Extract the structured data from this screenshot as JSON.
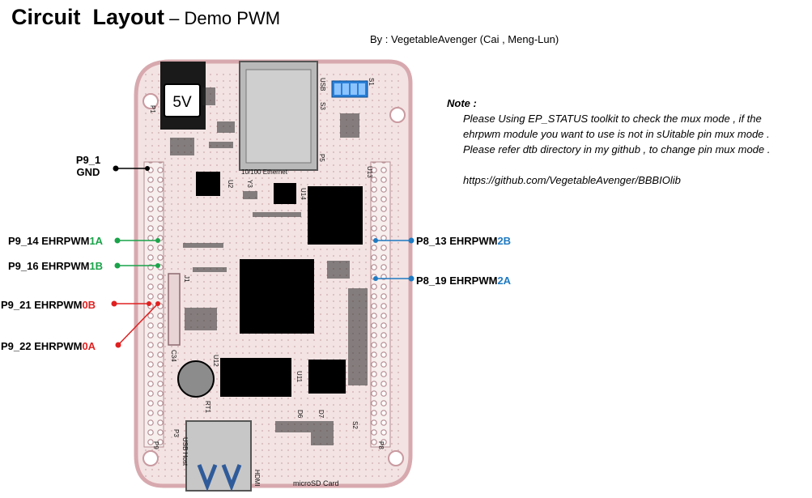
{
  "title": {
    "main": "Circuit  Layout",
    "sep": " – ",
    "sub": "Demo PWM"
  },
  "author": "By : VegetableAvenger (Cai , Meng-Lun)",
  "note": {
    "heading": "Note :",
    "lines": [
      "Please Using EP_STATUS toolkit to check the mux mode  , if the",
      "ehrpwm module you want to use is not in sUitable pin mux mode .",
      "Please refer dtb directory in my github , to change pin mux mode ."
    ],
    "url": "https://github.com/VegetableAvenger/BBBIOlib"
  },
  "pins": [
    {
      "id": "p9_1",
      "line1": "P9_1",
      "line2": "GND",
      "color": "#000000"
    },
    {
      "id": "p9_14",
      "pin": "P9_14",
      "module": "EHRPWM",
      "ch": "1A",
      "color": "#1aa34a"
    },
    {
      "id": "p9_16",
      "pin": "P9_16",
      "module": "EHRPWM",
      "ch": "1B",
      "color": "#1aa34a"
    },
    {
      "id": "p9_21",
      "pin": "P9_21",
      "module": "EHRPWM",
      "ch": "0B",
      "color": "#e02020"
    },
    {
      "id": "p9_22",
      "pin": "P9_22",
      "module": "EHRPWM",
      "ch": "0A",
      "color": "#e02020"
    },
    {
      "id": "p8_13",
      "pin": "P8_13",
      "module": "EHRPWM",
      "ch": "2B",
      "color": "#1f7ac2"
    },
    {
      "id": "p8_19",
      "pin": "P8_19",
      "module": "EHRPWM",
      "ch": "2A",
      "color": "#1f7ac2"
    }
  ],
  "board": {
    "power_label": "5V",
    "ethernet_label": "10/100 Ethernet",
    "sd_label": "microSD Card",
    "usb_label": "USB Host",
    "hdmi_label": "HDMI",
    "p9_label": "P9",
    "p8_label": "P8",
    "p1_label": "P1",
    "p3_label": "P3",
    "p5_label": "P5",
    "usb_top_label": "USB",
    "s1_label": "S1",
    "s3_label": "S3",
    "s2_label": "S2",
    "rt1_label": "RT1",
    "c34_label": "C34",
    "ic_u13": "U13",
    "ic_u14": "U14",
    "ic_u2": "U2",
    "ic_u11": "U11",
    "ic_u12": "U12",
    "ic_y3": "Y3",
    "ic_j1": "J1",
    "ic_d6": "D6",
    "ic_d7": "D7",
    "pcb_color": "#f3e3e3",
    "pcb_edge": "#d7a9ae"
  }
}
